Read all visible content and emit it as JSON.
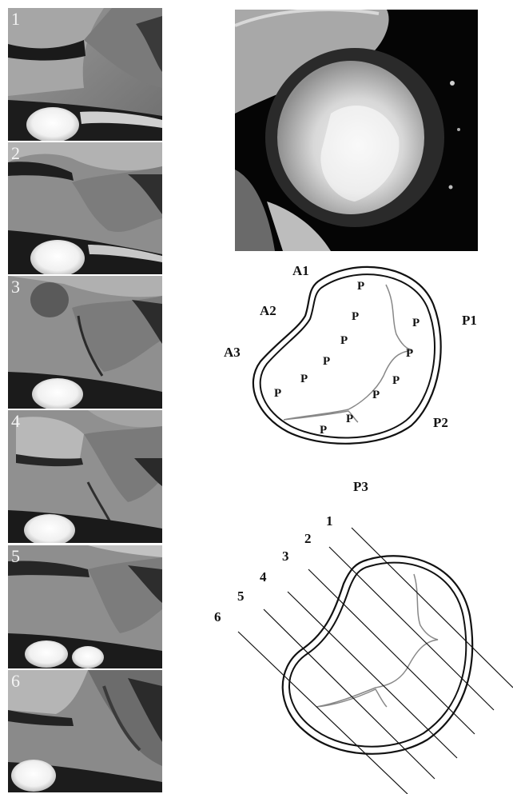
{
  "panels": [
    {
      "label": "1"
    },
    {
      "label": "2"
    },
    {
      "label": "3"
    },
    {
      "label": "4"
    },
    {
      "label": "5"
    },
    {
      "label": "6"
    }
  ],
  "schematic": {
    "scallops": [
      "A1",
      "A2",
      "A3",
      "P1",
      "P2",
      "P3"
    ],
    "papillary_marker": "P"
  },
  "slice_plan": {
    "lines": [
      "1",
      "2",
      "3",
      "4",
      "5",
      "6"
    ]
  }
}
